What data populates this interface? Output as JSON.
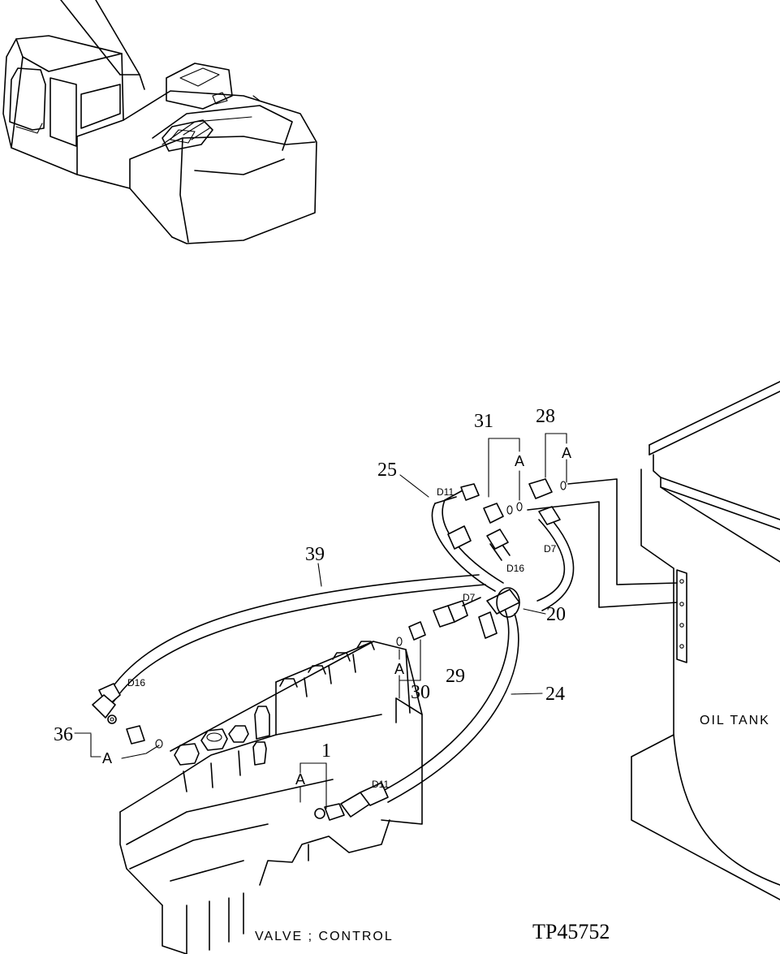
{
  "callouts": {
    "c1": "1",
    "c20": "20",
    "c24": "24",
    "c25": "25",
    "c28": "28",
    "c29": "29",
    "c30": "30",
    "c31": "31",
    "c36": "36",
    "c39": "39"
  },
  "port_tags": {
    "d11_top": "D11",
    "d16_mid": "D16",
    "d7_right": "D7",
    "d7_left": "D7",
    "d16_left": "D16",
    "d11_bottom": "D11"
  },
  "seal_labels": {
    "a31": "A",
    "a28": "A",
    "a30": "A",
    "a36": "A",
    "a1": "A"
  },
  "captions": {
    "oil_tank": "OIL TANK",
    "valve_control": "VALVE ; CONTROL",
    "reference": "TP45752"
  }
}
